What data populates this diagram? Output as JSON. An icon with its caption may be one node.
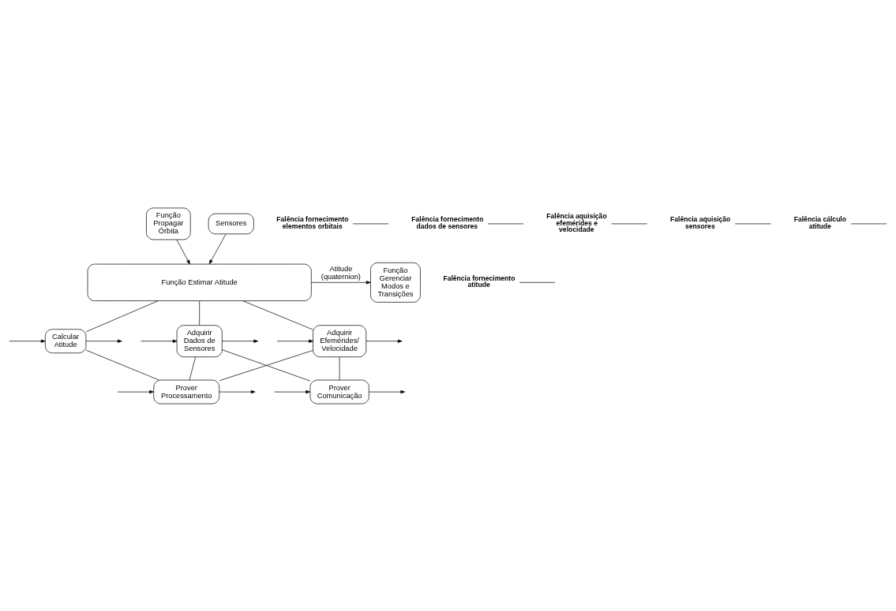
{
  "diagram": {
    "nodes": [
      {
        "text": [
          "Função Propagar Órbita"
        ]
      },
      {
        "text": [
          "Sensores"
        ]
      },
      {
        "text": [
          "Função Estimar Atitude"
        ]
      },
      {
        "text": [
          "Função Gerenciar Modos e Transições"
        ]
      },
      {
        "text": [
          "Adquirir Efemérides/ Velocidade"
        ]
      },
      {
        "text": [
          "Adquirir Dados de Sensores"
        ]
      },
      {
        "text": [
          "Calcular Atitude"
        ]
      },
      {
        "text": [
          "Prover Processamento"
        ]
      },
      {
        "text": [
          "Prover Comunicação"
        ]
      },
      {
        "text": [
          "Falência fornecimento elementos orbitais"
        ]
      },
      {
        "text": [
          "Falência fornecimento dados de sensores"
        ]
      },
      {
        "text": [
          "Falência fornecimento atitude"
        ]
      },
      {
        "text": [
          "Falência aquisição efemérides e velocidade"
        ]
      },
      {
        "text": [
          "Falência aquisição sensores"
        ]
      },
      {
        "text": [
          "Falência cálculo atitude"
        ]
      }
    ],
    "edges": [
      {
        "from": 0,
        "to": 2,
        "arrow": "to"
      },
      {
        "from": 1,
        "to": 2,
        "arrow": "to"
      },
      {
        "from": 2,
        "to": 3,
        "arrow": "to",
        "label": "Atitude (quaternion)"
      },
      {
        "from": 2,
        "to": 4,
        "arrow": "none"
      },
      {
        "from": 2,
        "to": 5,
        "arrow": "none"
      },
      {
        "from": 2,
        "to": 6,
        "arrow": "none"
      },
      {
        "from": 4,
        "to": 7,
        "arrow": "none"
      },
      {
        "from": 4,
        "to": 8,
        "arrow": "none"
      },
      {
        "from": 5,
        "to": 7,
        "arrow": "none"
      },
      {
        "from": 5,
        "to": 8,
        "arrow": "none"
      },
      {
        "from": 6,
        "to": 7,
        "arrow": "none"
      },
      {
        "from": null,
        "to": 4,
        "arrow": "to"
      },
      {
        "from": 4,
        "to": null,
        "arrow": "to"
      },
      {
        "from": null,
        "to": 5,
        "arrow": "to"
      },
      {
        "from": 5,
        "to": null,
        "arrow": "to"
      },
      {
        "from": null,
        "to": 6,
        "arrow": "to"
      },
      {
        "from": 6,
        "to": null,
        "arrow": "to"
      },
      {
        "from": 7,
        "to": null,
        "arrow": "to"
      },
      {
        "from": null,
        "to": 7,
        "arrow": "to"
      },
      {
        "from": 8,
        "to": null,
        "arrow": "to"
      },
      {
        "from": null,
        "to": 8,
        "arrow": "to"
      },
      {
        "from": 9,
        "to": null,
        "arrow": "none"
      },
      {
        "from": 10,
        "to": null,
        "arrow": "none"
      },
      {
        "from": 11,
        "to": null,
        "arrow": "none"
      },
      {
        "from": 12,
        "to": null,
        "arrow": "none"
      },
      {
        "from": 13,
        "to": null,
        "arrow": "none"
      },
      {
        "from": 14,
        "to": null,
        "arrow": "none"
      }
    ]
  }
}
